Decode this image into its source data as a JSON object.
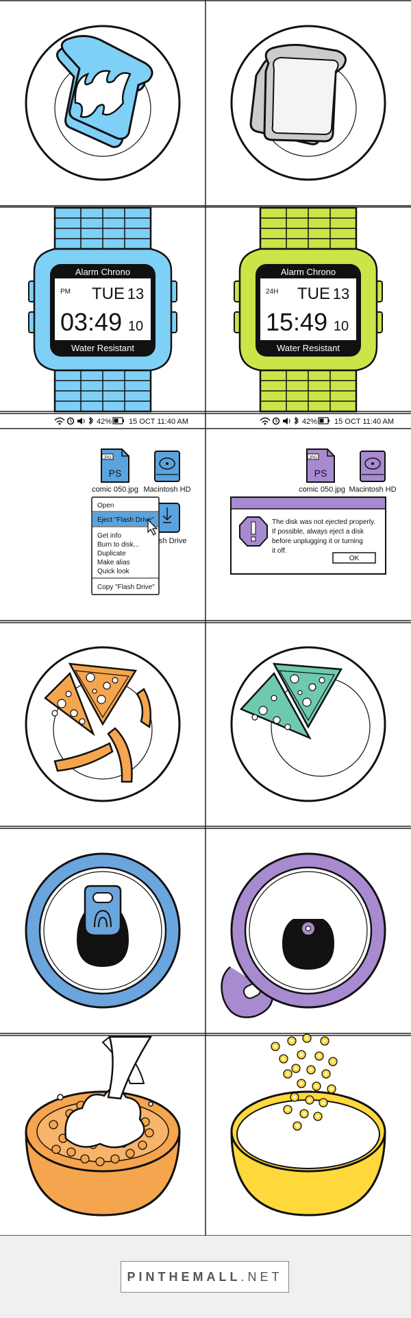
{
  "menubar": {
    "left": {
      "battery": "42%",
      "datetime": "15 OCT 11:40 AM"
    },
    "right": {
      "battery": "42%",
      "datetime": "15 OCT 11:40 AM"
    }
  },
  "watch_left": {
    "brand": "Alarm Chrono",
    "mode": "PM",
    "day": "TUE",
    "date": "13",
    "time": "03:49",
    "seconds": "10",
    "footer": "Water Resistant",
    "color": "#7fd0f6"
  },
  "watch_right": {
    "brand": "Alarm Chrono",
    "mode": "24H",
    "day": "TUE",
    "date": "13",
    "time": "15:49",
    "seconds": "10",
    "footer": "Water Resistant",
    "color": "#cde449"
  },
  "desktop_left": {
    "icon1_label": "comic 050.jpg",
    "icon1_badge": "PS",
    "icon1_tag": "JPG",
    "icon2_label": "Macintosh HD",
    "icon3_label": "sh Drive",
    "menu": {
      "items": [
        "Open",
        "Eject \"Flash Drive\"",
        "Get info",
        "Burn to disk...",
        "Duplicate",
        "Make alias",
        "Quick look",
        "Copy \"Flash Drive\""
      ],
      "selected": 1
    },
    "accent": "#5aa3de"
  },
  "desktop_right": {
    "icon1_label": "comic 050.jpg",
    "icon1_badge": "PS",
    "icon1_tag": "JPG",
    "icon2_label": "Macintosh HD",
    "dialog": {
      "message_lines": [
        "The disk was not ejected properly.",
        "If possible, always eject a disk",
        "before unplugging it or turning",
        "it off."
      ],
      "ok_label": "OK"
    },
    "accent": "#a88ad0"
  },
  "colors": {
    "toast_left": "#7fd0f6",
    "toast_right": "#cccccc",
    "pizza_left": "#f5a54e",
    "pizza_right": "#6fc9b0",
    "can_left": "#6aa5dd",
    "can_right": "#a88ad0",
    "bowl_left": "#f5a54e",
    "bowl_right": "#ffd93b"
  },
  "footer": {
    "brand_bold": "PINTHE",
    "brand_mid": "ALL",
    "brand_end": ".NET",
    "brand_m": "M"
  }
}
